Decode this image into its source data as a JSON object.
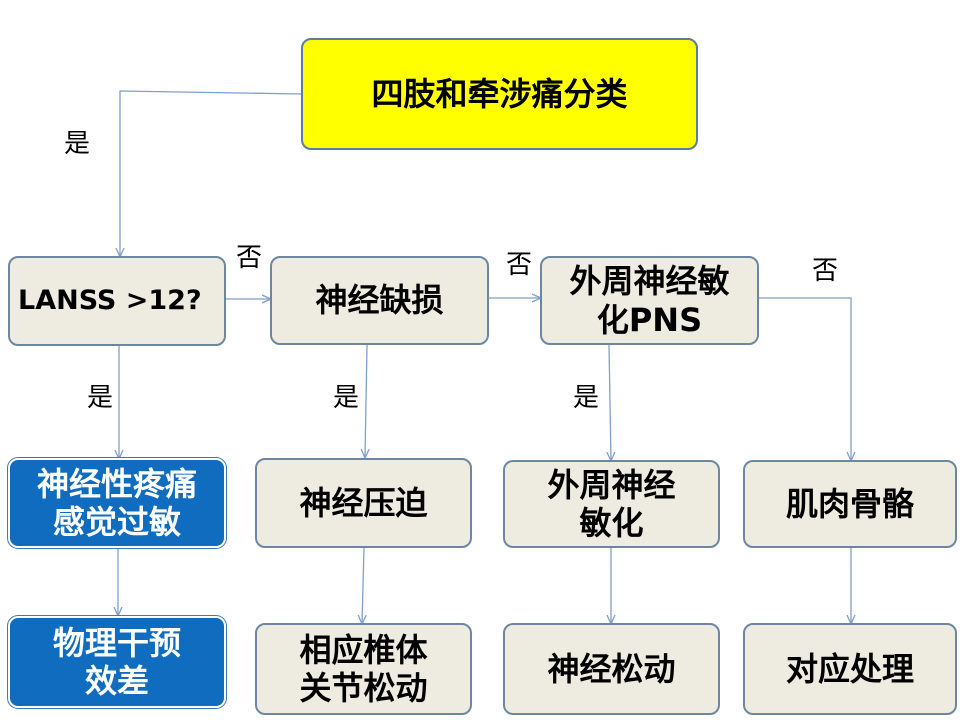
{
  "nodes": {
    "title": "四肢和牵涉痛分类",
    "lanss": "LANSS >12?",
    "nerve_deficit": "神经缺损",
    "peripheral_sensitization_pns": "外周神经敏\n化PNS",
    "neuropathic": "神经性疼痛\n感觉过敏",
    "nerve_compression": "神经压迫",
    "peripheral_sensitization": "外周神经\n敏化",
    "musculoskeletal": "肌肉骨骼",
    "physio_poor": "物理干预\n效差",
    "vertebral_mobilization": "相应椎体\n关节松动",
    "nerve_mobilization": "神经松动",
    "treatment": "对应处理"
  },
  "labels": {
    "yes_top": "是",
    "no_1": "否",
    "no_2": "否",
    "no_3": "否",
    "yes_1": "是",
    "yes_2": "是",
    "yes_3": "是"
  },
  "colors": {
    "title_fill": "#ffff00",
    "box_fill": "#eeece1",
    "box_border": "#6d87a3",
    "blue_fill": "#0f6cbf",
    "line": "#7f9fcf"
  }
}
